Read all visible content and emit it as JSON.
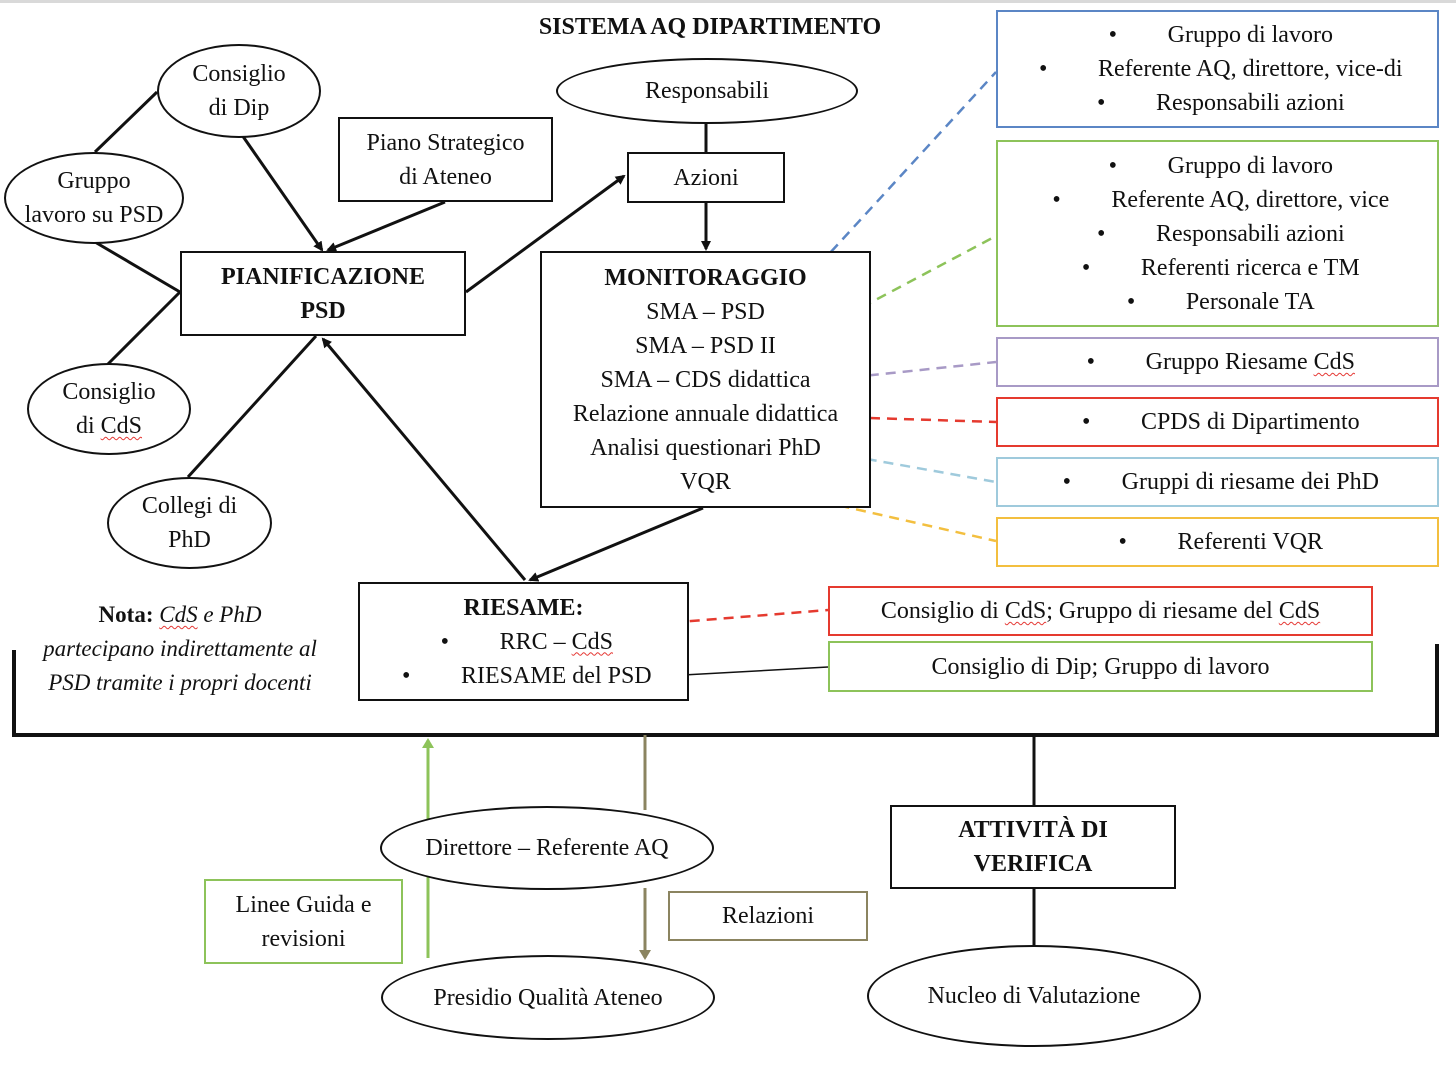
{
  "title": "SISTEMA AQ DIPARTIMENTO",
  "colors": {
    "blue": "#5b86c5",
    "green": "#8dc35a",
    "purple": "#a89ac6",
    "red": "#e53a2f",
    "lightblue": "#9fcadc",
    "yellow": "#f3bf3f",
    "olive": "#8b8460",
    "black": "#111111"
  },
  "nodes": {
    "consiglio_dip": [
      "Consiglio",
      "di Dip"
    ],
    "gruppo_lavoro_psd": [
      "Gruppo",
      "lavoro su PSD"
    ],
    "piano_strategico": [
      "Piano Strategico",
      "di Ateneo"
    ],
    "pianificazione": [
      "PIANIFICAZIONE",
      "PSD"
    ],
    "consiglio_cds": [
      "Consiglio",
      "di CdS"
    ],
    "collegi_phd": [
      "Collegi di",
      "PhD"
    ],
    "responsabili": "Responsabili",
    "azioni": "Azioni",
    "monitoraggio": {
      "heading": "MONITORAGGIO",
      "items": [
        "SMA – PSD",
        "SMA – PSD II",
        "SMA – CDS didattica",
        "Relazione annuale didattica",
        "Analisi questionari PhD",
        "VQR"
      ]
    },
    "riesame": {
      "heading": "RIESAME:",
      "items": [
        "RRC – CdS",
        "RIESAME del PSD"
      ]
    },
    "direttore": "Direttore – Referente AQ",
    "presidio": "Presidio Qualità Ateneo",
    "linee_guida": [
      "Linee Guida e",
      "revisioni"
    ],
    "relazioni": "Relazioni",
    "attivita_verifica": [
      "ATTIVITÀ DI",
      "VERIFICA"
    ],
    "nucleo": "Nucleo di Valutazione"
  },
  "note": {
    "label": "Nota:",
    "line1_a": "CdS",
    "line1_b": " e PhD",
    "line2": "partecipano indirettamente al",
    "line3": "PSD tramite i propri docenti"
  },
  "responsibility_boxes": [
    {
      "color": "blue",
      "items": [
        "Gruppo di lavoro",
        "Referente AQ, direttore, vice-di",
        "Responsabili azioni"
      ]
    },
    {
      "color": "green",
      "items": [
        "Gruppo di lavoro",
        "Referente AQ, direttore, vice",
        "Responsabili azioni",
        "Referenti ricerca e TM",
        "Personale TA"
      ]
    },
    {
      "color": "purple",
      "items": [
        "Gruppo Riesame CdS"
      ]
    },
    {
      "color": "red",
      "items": [
        "CPDS di Dipartimento"
      ]
    },
    {
      "color": "lightblue",
      "items": [
        "Gruppi di riesame dei PhD"
      ]
    },
    {
      "color": "yellow",
      "items": [
        "Referenti VQR"
      ]
    }
  ],
  "riesame_boxes": [
    {
      "color": "red",
      "text_a": "Consiglio di ",
      "cds1": "CdS",
      "text_b": "; Gruppo di riesame del ",
      "cds2": "CdS"
    },
    {
      "color": "green",
      "text": "Consiglio di Dip; Gruppo di lavoro"
    }
  ],
  "bullet": "•"
}
